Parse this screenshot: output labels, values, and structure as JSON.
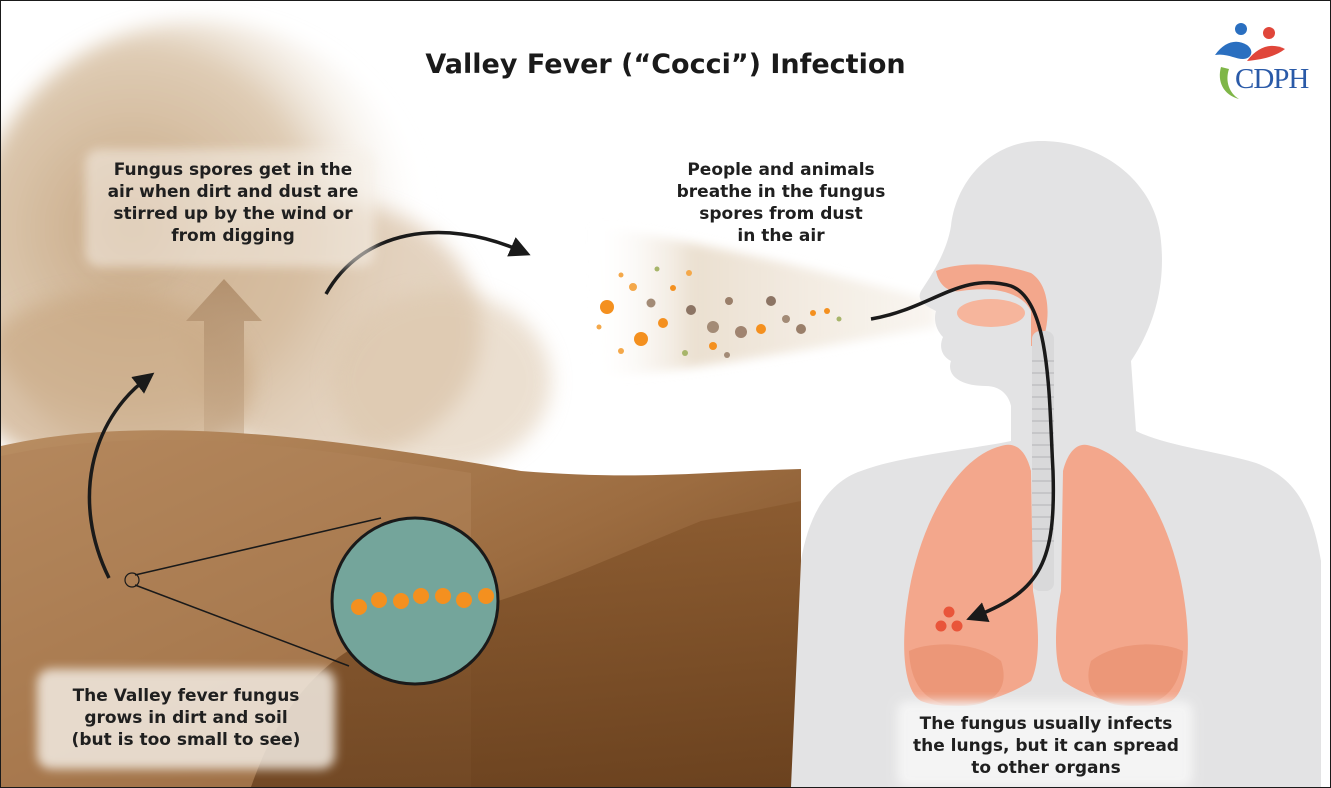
{
  "title": "Valley Fever (“Cocci”) Infection",
  "logo": {
    "text": "CDPH",
    "icon": "cdph-people-logo-icon"
  },
  "labels": {
    "spores_in_air": [
      "Fungus spores get in the",
      "air when dirt and dust are",
      "stirred up by the wind or",
      "from digging"
    ],
    "breathe_in": [
      "People and animals",
      "breathe in the fungus",
      "spores from dust",
      "in the air"
    ],
    "grows_in_soil": [
      "The Valley fever fungus",
      "grows in dirt and soil",
      "(but is too small to see)"
    ],
    "infects_lungs": [
      "The fungus usually infects",
      "the lungs, but it can spread",
      "to other organs"
    ]
  },
  "colors": {
    "soil_dark": "#6e4320",
    "soil_light": "#b88a5e",
    "dust": "#c9ac88",
    "magnifier": "#74a59b",
    "spore_orange": "#f4901f",
    "body_gray": "#e3e3e4",
    "lung_pink": "#f3a78c",
    "infection_red": "#e9553a",
    "arrow": "#1a1a1a"
  }
}
